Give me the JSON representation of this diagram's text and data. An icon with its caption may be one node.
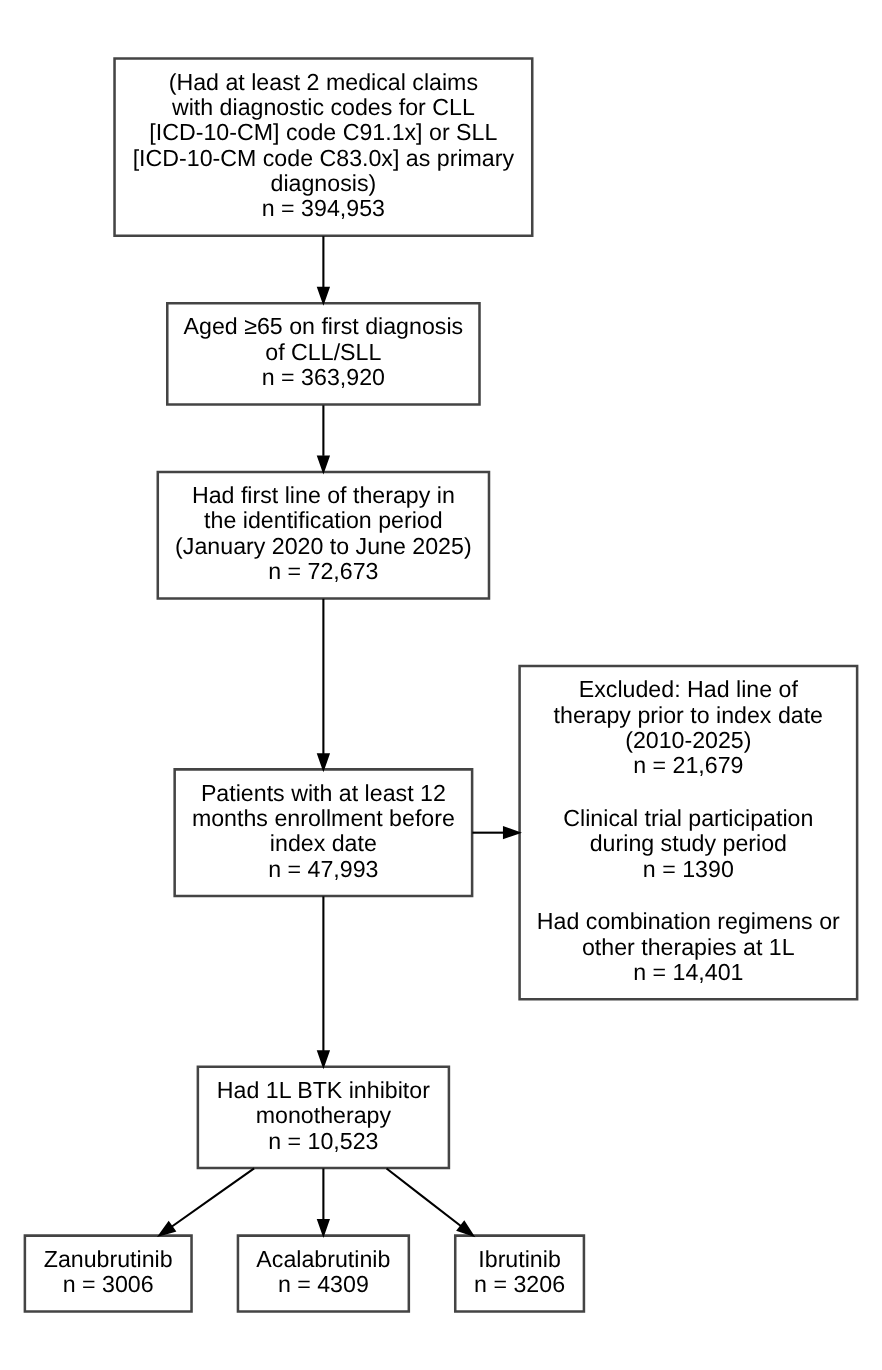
{
  "diagram": {
    "nodes": [
      {
        "text": [
          "(Had at least 2 medical claims with diagnostic codes for CLL [ICD-10-CM] code C91.1x] or SLL [ICD-10-CM code C83.0x] as primary diagnosis)",
          "n = 394,953"
        ]
      },
      {
        "text": [
          "Aged ≥65 on first diagnosis of CLL/SLL",
          "n = 363,920"
        ]
      },
      {
        "text": [
          "Had first line of therapy in the identification period (January 2020 to June 2025)",
          "n = 72,673"
        ]
      },
      {
        "text": [
          "Patients with at least 12 months enrollment before index date",
          "n = 47,993"
        ]
      },
      {
        "text": [
          "Excluded: Had line of therapy prior to index date (2010-2025)",
          "n = 21,679",
          "Clinical trial participation during study period",
          "n = 1390",
          "Had combination regimens or other therapies at 1L",
          "n = 14,401"
        ]
      },
      {
        "text": [
          "Had 1L BTK inhibitor monotherapy",
          "n = 10,523"
        ]
      },
      {
        "text": [
          "Zanubrutinib",
          "n = 3006"
        ]
      },
      {
        "text": [
          "Acalabrutinib",
          "n = 4309"
        ]
      },
      {
        "text": [
          "Ibrutinib",
          "n = 3206"
        ]
      }
    ],
    "edges": [
      {
        "from": 0,
        "to": 1,
        "arrow": "to"
      },
      {
        "from": 1,
        "to": 2,
        "arrow": "to"
      },
      {
        "from": 2,
        "to": 3,
        "arrow": "to"
      },
      {
        "from": 3,
        "to": 5,
        "arrow": "to"
      },
      {
        "from": 3,
        "to": 4,
        "arrow": "to"
      },
      {
        "from": 5,
        "to": 6,
        "arrow": "to"
      },
      {
        "from": 5,
        "to": 7,
        "arrow": "to"
      },
      {
        "from": 5,
        "to": 8,
        "arrow": "to"
      }
    ]
  }
}
